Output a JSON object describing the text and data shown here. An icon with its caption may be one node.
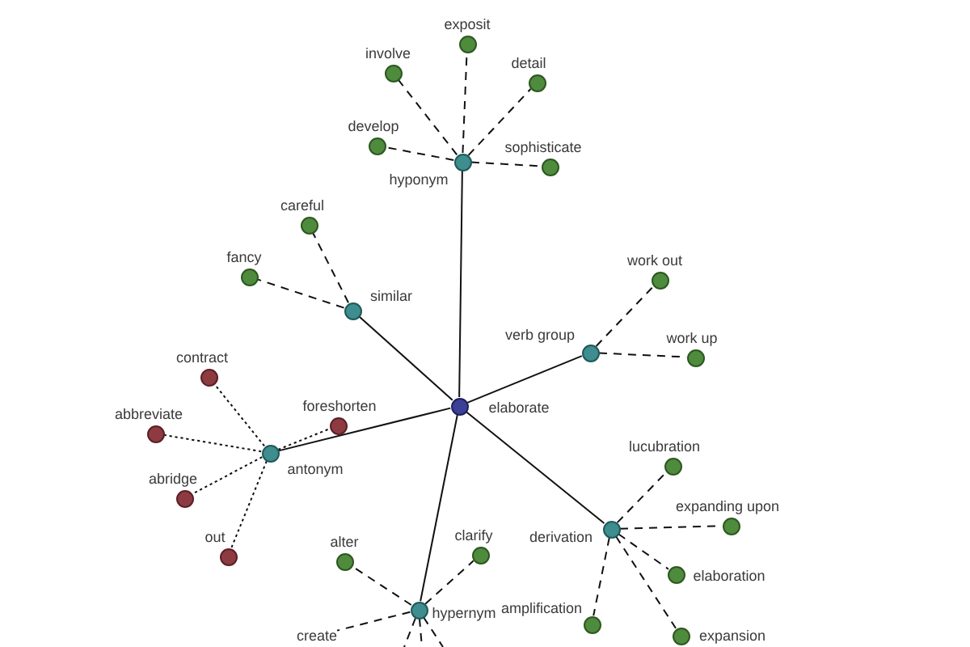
{
  "diagram": {
    "nodes": [
      {
        "text": [],
        "shape": "circle",
        "beside": [
          "exposit"
        ]
      },
      {
        "text": [],
        "shape": "circle",
        "beside": [
          "involve"
        ]
      },
      {
        "text": [],
        "shape": "circle",
        "beside": [
          "detail"
        ]
      },
      {
        "text": [],
        "shape": "circle",
        "beside": [
          "develop"
        ]
      },
      {
        "text": [],
        "shape": "circle",
        "beside": [
          "hyponym"
        ]
      },
      {
        "text": [],
        "shape": "circle",
        "beside": [
          "sophisticate"
        ]
      },
      {
        "text": [],
        "shape": "circle",
        "beside": [
          "careful"
        ]
      },
      {
        "text": [],
        "shape": "circle",
        "beside": [
          "fancy"
        ]
      },
      {
        "text": [],
        "shape": "circle",
        "beside": [
          "work out"
        ]
      },
      {
        "text": [],
        "shape": "circle",
        "beside": [
          "similar"
        ]
      },
      {
        "text": [],
        "shape": "circle",
        "beside": [
          "verb group"
        ]
      },
      {
        "text": [],
        "shape": "circle",
        "beside": [
          "work up"
        ]
      },
      {
        "text": [],
        "shape": "circle",
        "beside": [
          "contract"
        ]
      },
      {
        "text": [],
        "shape": "circle",
        "beside": [
          "elaborate"
        ]
      },
      {
        "text": [],
        "shape": "circle",
        "beside": [
          "foreshorten"
        ]
      },
      {
        "text": [],
        "shape": "circle",
        "beside": [
          "abbreviate"
        ]
      },
      {
        "text": [],
        "shape": "circle",
        "beside": [
          "antonym"
        ]
      },
      {
        "text": [],
        "shape": "circle",
        "beside": [
          "abridge"
        ]
      },
      {
        "text": [],
        "shape": "circle",
        "beside": [
          "lucubration"
        ]
      },
      {
        "text": [],
        "shape": "circle",
        "beside": [
          "expanding upon"
        ]
      },
      {
        "text": [],
        "shape": "circle",
        "beside": [
          "derivation"
        ]
      },
      {
        "text": [],
        "shape": "circle",
        "beside": [
          "alter"
        ]
      },
      {
        "text": [],
        "shape": "circle",
        "beside": [
          "clarify"
        ]
      },
      {
        "text": [],
        "shape": "circle",
        "beside": [
          "out"
        ]
      },
      {
        "text": [],
        "shape": "circle",
        "beside": [
          "elaboration"
        ]
      },
      {
        "text": [],
        "shape": "circle",
        "beside": [
          "hypernym"
        ]
      },
      {
        "text": [],
        "shape": "circle",
        "beside": [
          "amplification"
        ]
      },
      {
        "text": [
          "create"
        ]
      },
      {
        "text": [],
        "shape": "circle",
        "beside": [
          "expansion"
        ]
      }
    ],
    "edges": [
      {
        "from": 13,
        "to": 4,
        "arrow": "none"
      },
      {
        "from": 13,
        "to": 9,
        "arrow": "none"
      },
      {
        "from": 13,
        "to": 10,
        "arrow": "none"
      },
      {
        "from": 13,
        "to": 16,
        "arrow": "none"
      },
      {
        "from": 13,
        "to": 20,
        "arrow": "none"
      },
      {
        "from": 13,
        "to": 25,
        "arrow": "none"
      },
      {
        "from": 4,
        "to": 0,
        "arrow": "none",
        "style": "dashed"
      },
      {
        "from": 4,
        "to": 1,
        "arrow": "none",
        "style": "dashed"
      },
      {
        "from": 4,
        "to": 2,
        "arrow": "none",
        "style": "dashed"
      },
      {
        "from": 4,
        "to": 3,
        "arrow": "none",
        "style": "dashed"
      },
      {
        "from": 4,
        "to": 5,
        "arrow": "none",
        "style": "dashed"
      },
      {
        "from": 9,
        "to": 6,
        "arrow": "none",
        "style": "dashed"
      },
      {
        "from": 9,
        "to": 7,
        "arrow": "none",
        "style": "dashed"
      },
      {
        "from": 10,
        "to": 8,
        "arrow": "none",
        "style": "dashed"
      },
      {
        "from": 10,
        "to": 11,
        "arrow": "none",
        "style": "dashed"
      },
      {
        "from": 16,
        "to": 12,
        "arrow": "none",
        "style": "dashed"
      },
      {
        "from": 16,
        "to": 15,
        "arrow": "none",
        "style": "dashed"
      },
      {
        "from": 16,
        "to": 17,
        "arrow": "none",
        "style": "dashed"
      },
      {
        "from": 16,
        "to": 23,
        "arrow": "none",
        "style": "dashed"
      },
      {
        "from": 16,
        "to": 14,
        "arrow": "none",
        "style": "dashed"
      },
      {
        "from": 20,
        "to": 18,
        "arrow": "none",
        "style": "dashed"
      },
      {
        "from": 20,
        "to": 19,
        "arrow": "none",
        "style": "dashed"
      },
      {
        "from": 20,
        "to": 24,
        "arrow": "none",
        "style": "dashed"
      },
      {
        "from": 20,
        "to": 26,
        "arrow": "none",
        "style": "dashed"
      },
      {
        "from": 20,
        "to": 28,
        "arrow": "none",
        "style": "dashed"
      },
      {
        "from": 25,
        "to": 21,
        "arrow": "none",
        "style": "dashed"
      },
      {
        "from": 25,
        "to": 22,
        "arrow": "none",
        "style": "dashed"
      },
      {
        "from": 25,
        "to": 27,
        "arrow": "none",
        "style": "dashed"
      },
      {
        "from": 25,
        "to": null,
        "arrow": "none",
        "style": "dashed"
      },
      {
        "from": 25,
        "to": null,
        "arrow": "none",
        "style": "dashed"
      },
      {
        "from": 25,
        "to": null,
        "arrow": "none",
        "style": "dashed"
      }
    ]
  }
}
